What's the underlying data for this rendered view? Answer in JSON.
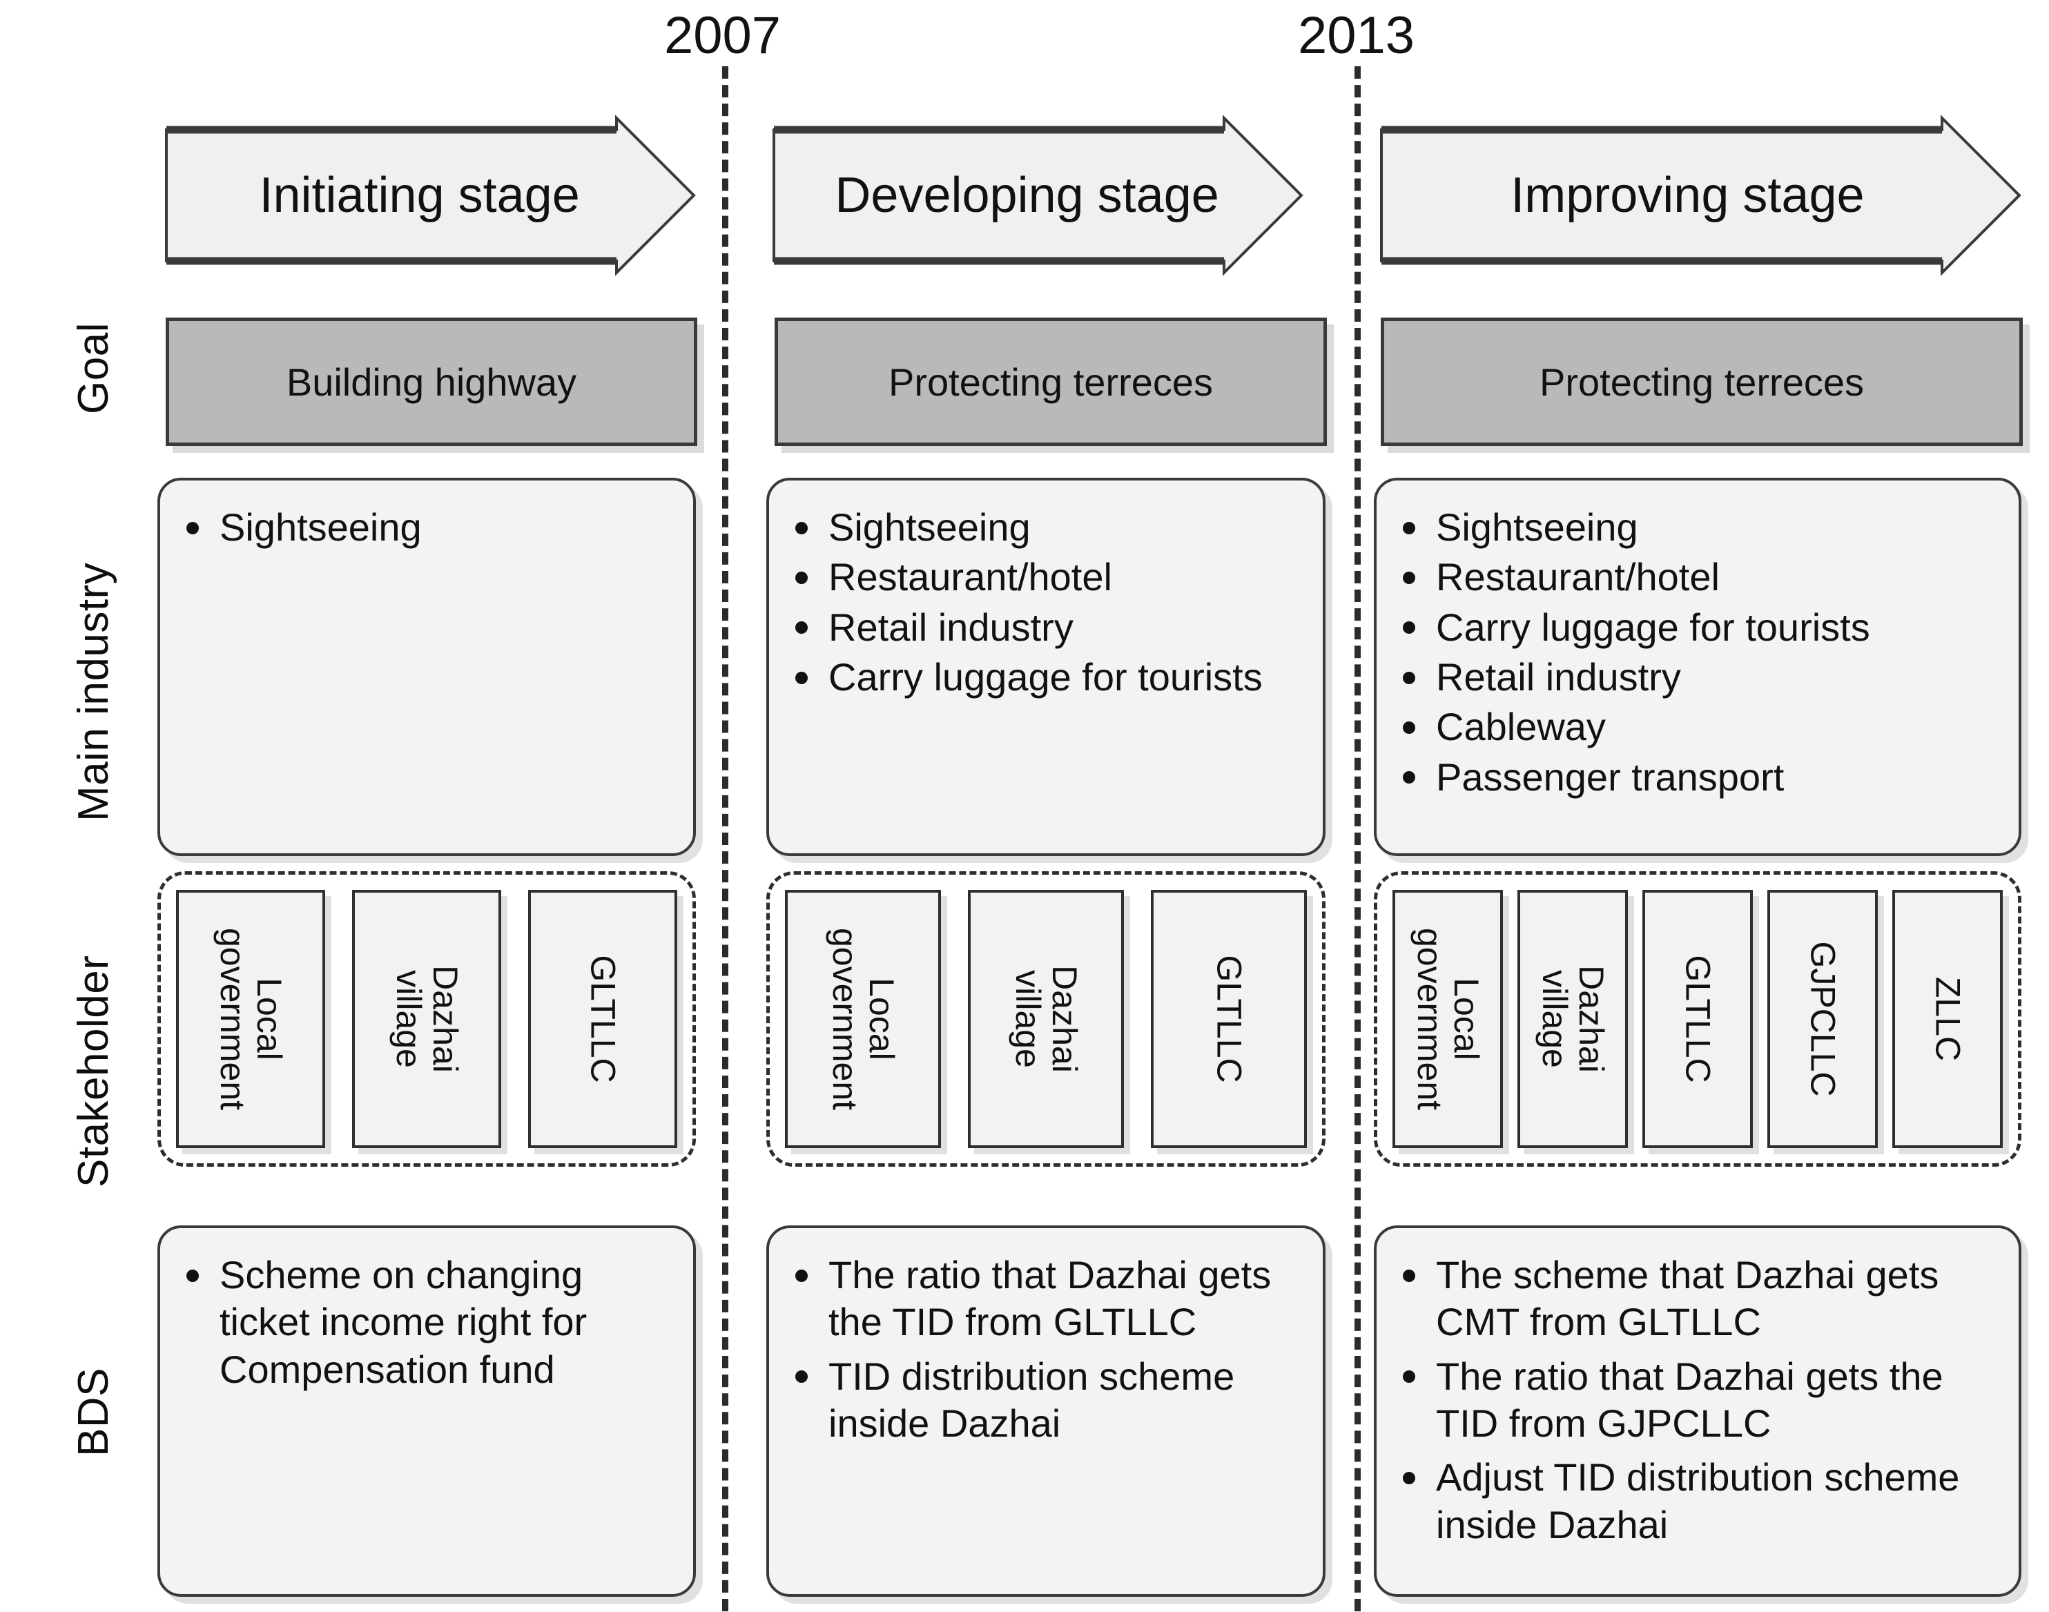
{
  "timeline": {
    "years": [
      {
        "label": "2007"
      },
      {
        "label": "2013"
      }
    ]
  },
  "row_labels": [
    {
      "id": "goal",
      "label": "Goal"
    },
    {
      "id": "main-industry",
      "label": "Main industry"
    },
    {
      "id": "stakeholder",
      "label": "Stakeholder"
    },
    {
      "id": "bds",
      "label": "BDS"
    }
  ],
  "stages": [
    {
      "id": "initiating",
      "stage_label": "Initiating stage",
      "goal": "Building highway",
      "main_industry": [
        "Sightseeing"
      ],
      "stakeholders": [
        {
          "line1": "Local",
          "line2": "government"
        },
        {
          "line1": "Dazhai",
          "line2": "village"
        },
        {
          "line1": "GLTLLC",
          "line2": ""
        }
      ],
      "bds": [
        "Scheme on changing ticket income right for Compensation fund"
      ]
    },
    {
      "id": "developing",
      "stage_label": "Developing stage",
      "goal": "Protecting terreces",
      "main_industry": [
        "Sightseeing",
        "Restaurant/hotel",
        "Retail industry",
        "Carry luggage for tourists"
      ],
      "stakeholders": [
        {
          "line1": "Local",
          "line2": "government"
        },
        {
          "line1": "Dazhai",
          "line2": "village"
        },
        {
          "line1": "GLTLLC",
          "line2": ""
        }
      ],
      "bds": [
        "The ratio that Dazhai gets the TID from GLTLLC",
        "TID distribution scheme inside Dazhai"
      ]
    },
    {
      "id": "improving",
      "stage_label": "Improving stage",
      "goal": "Protecting terreces",
      "main_industry": [
        "Sightseeing",
        "Restaurant/hotel",
        "Carry luggage for tourists",
        "Retail industry",
        "Cableway",
        "Passenger transport"
      ],
      "stakeholders": [
        {
          "line1": "Local",
          "line2": "government"
        },
        {
          "line1": "Dazhai",
          "line2": "village"
        },
        {
          "line1": "GLTLLC",
          "line2": ""
        },
        {
          "line1": "GJPCLLC",
          "line2": ""
        },
        {
          "line1": "ZLLC",
          "line2": ""
        }
      ],
      "bds": [
        "The scheme that Dazhai gets CMT from GLTLLC",
        "The ratio that Dazhai gets the TID from GJPCLLC",
        "Adjust TID distribution scheme inside Dazhai"
      ]
    }
  ],
  "colors": {
    "goal_fill": "#b9b9b9",
    "card_fill": "#f3f3f3",
    "arrow_fill": "#f0f0f0",
    "stroke": "#333333"
  }
}
